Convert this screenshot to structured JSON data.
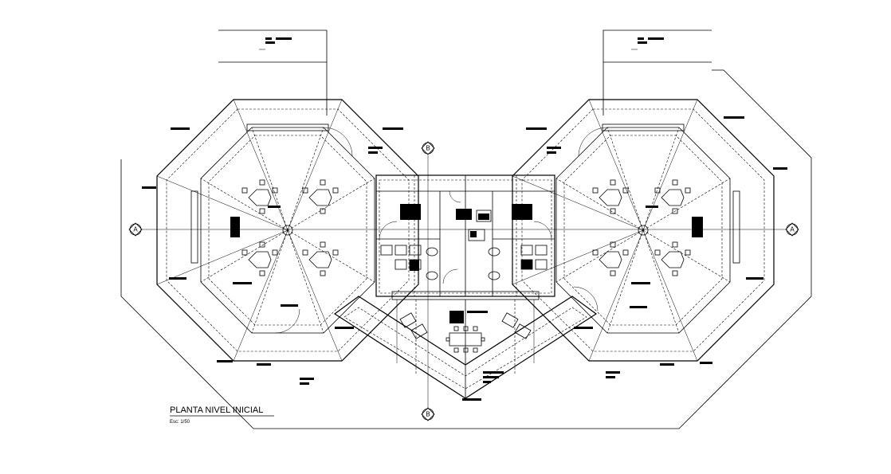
{
  "drawing": {
    "title": "PLANTA NIVEL INICIAL",
    "scale": "Esc: 1/50"
  },
  "axes": {
    "horizontal": "A",
    "vertical": "B"
  }
}
